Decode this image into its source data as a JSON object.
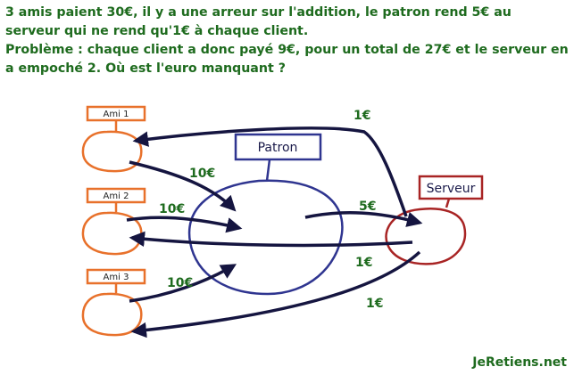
{
  "text": {
    "line1": "3 amis paient 30€, il y a une arreur sur l'addition, le patron rend 5€ au serveur qui ne rend qu'1€ à chaque client.",
    "line2": "Problème : chaque client a donc payé 9€, pour un total de 27€ et le serveur en a empoché 2. Où est l'euro manquant ?"
  },
  "nodes": {
    "ami1": "Ami 1",
    "ami2": "Ami 2",
    "ami3": "Ami 3",
    "patron": "Patron",
    "serveur": "Serveur"
  },
  "amounts": {
    "ami1_to_patron": "10€",
    "ami2_to_patron": "10€",
    "ami3_to_patron": "10€",
    "patron_to_serveur": "5€",
    "serveur_to_ami1": "1€",
    "serveur_to_ami2": "1€",
    "serveur_to_ami3": "1€"
  },
  "footer": "JeRetiens.net",
  "colors": {
    "text_green": "#1e6b1e",
    "ami_orange": "#e8712b",
    "patron_blue": "#2f3590",
    "serveur_red": "#a82424",
    "arrow_navy": "#151540"
  }
}
